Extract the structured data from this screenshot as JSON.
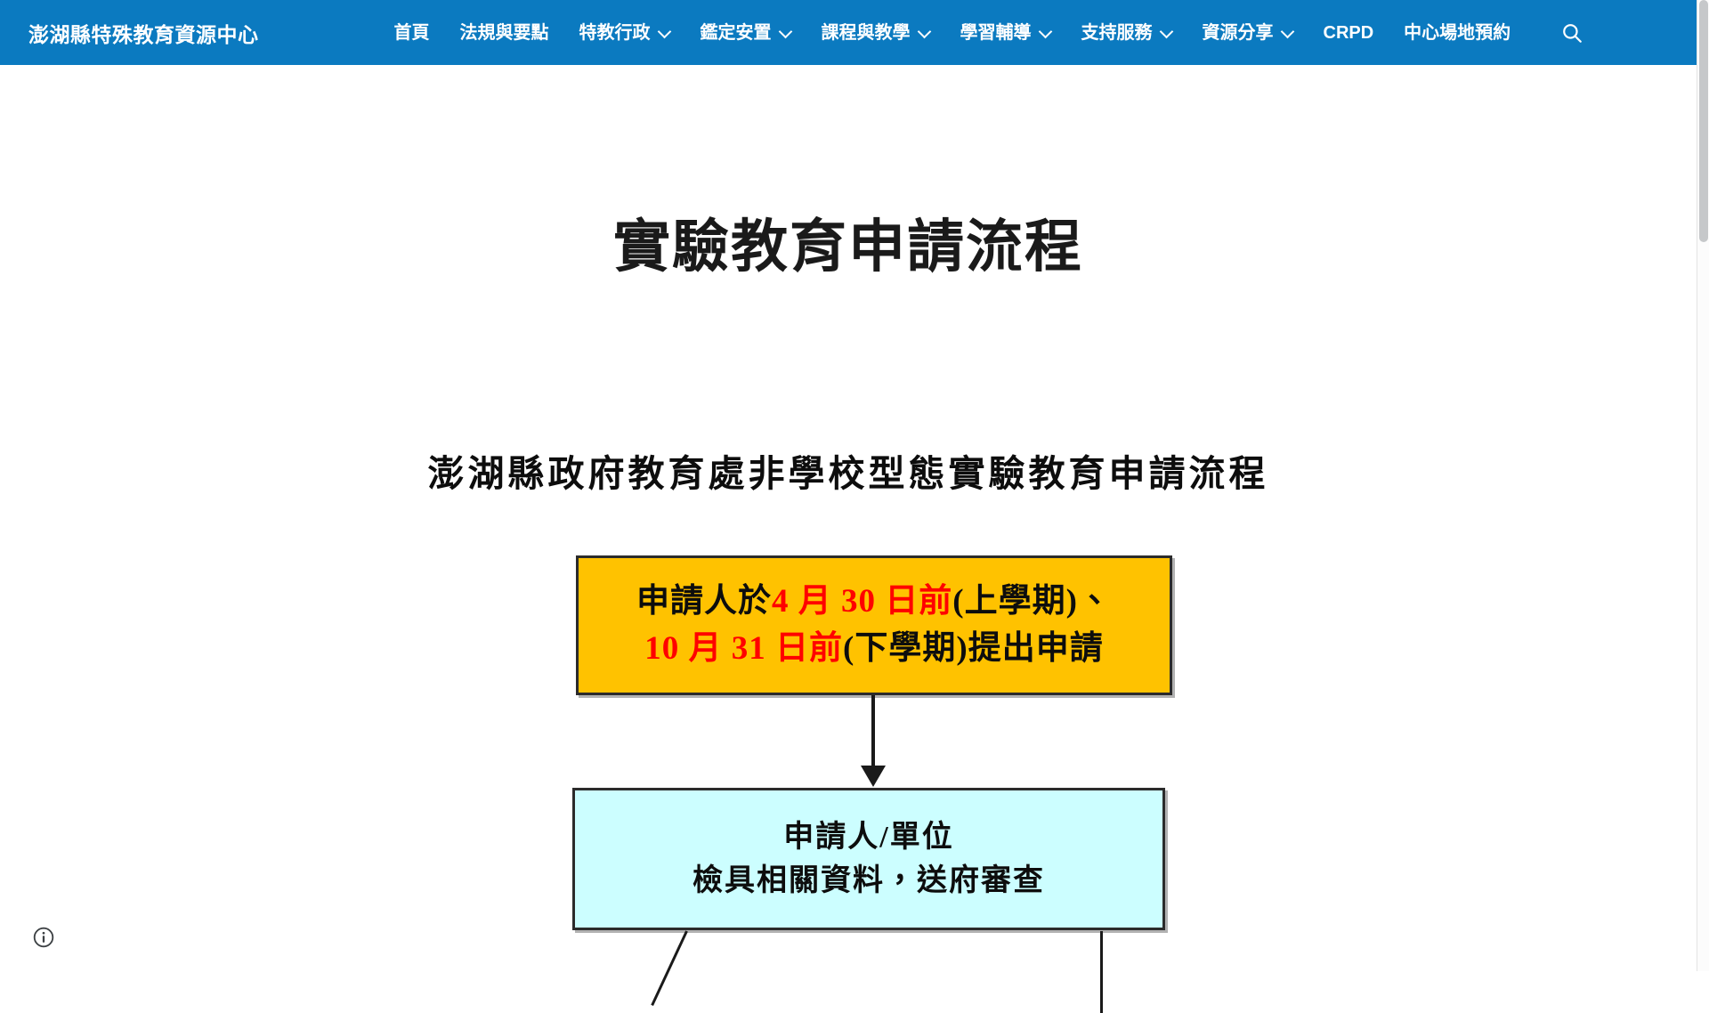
{
  "header": {
    "site_title": "澎湖縣特殊教育資源中心",
    "background_color": "#0b7ac0",
    "nav_items": [
      {
        "label": "首頁",
        "has_dropdown": false
      },
      {
        "label": "法規與要點",
        "has_dropdown": false
      },
      {
        "label": "特教行政",
        "has_dropdown": true
      },
      {
        "label": "鑑定安置",
        "has_dropdown": true
      },
      {
        "label": "課程與教學",
        "has_dropdown": true
      },
      {
        "label": "學習輔導",
        "has_dropdown": true
      },
      {
        "label": "支持服務",
        "has_dropdown": true
      },
      {
        "label": "資源分享",
        "has_dropdown": true
      },
      {
        "label": "CRPD",
        "has_dropdown": false
      },
      {
        "label": "中心場地預約",
        "has_dropdown": false
      }
    ],
    "search_icon": "search-icon"
  },
  "main": {
    "page_title": "實驗教育申請流程",
    "flowchart": {
      "heading": "澎湖縣政府教育處非學校型態實驗教育申請流程",
      "boxes": [
        {
          "id": "deadline",
          "fill_color": "#FFC200",
          "line1_prefix": "申請人於",
          "line1_highlight": "4 月 30 日前",
          "line1_suffix": "(上學期)、",
          "line2_highlight": "10 月 31 日前",
          "line2_suffix": "(下學期)提出申請",
          "highlight_color": "#FF0000"
        },
        {
          "id": "applicant",
          "fill_color": "#CCFEFF",
          "line1": "申請人/單位",
          "line2": "檢具相關資料，送府審查"
        }
      ]
    }
  },
  "footer": {
    "info_icon": "info-circle-icon"
  },
  "scrollbar": {
    "thumb_label": "vertical-scroll-thumb"
  }
}
